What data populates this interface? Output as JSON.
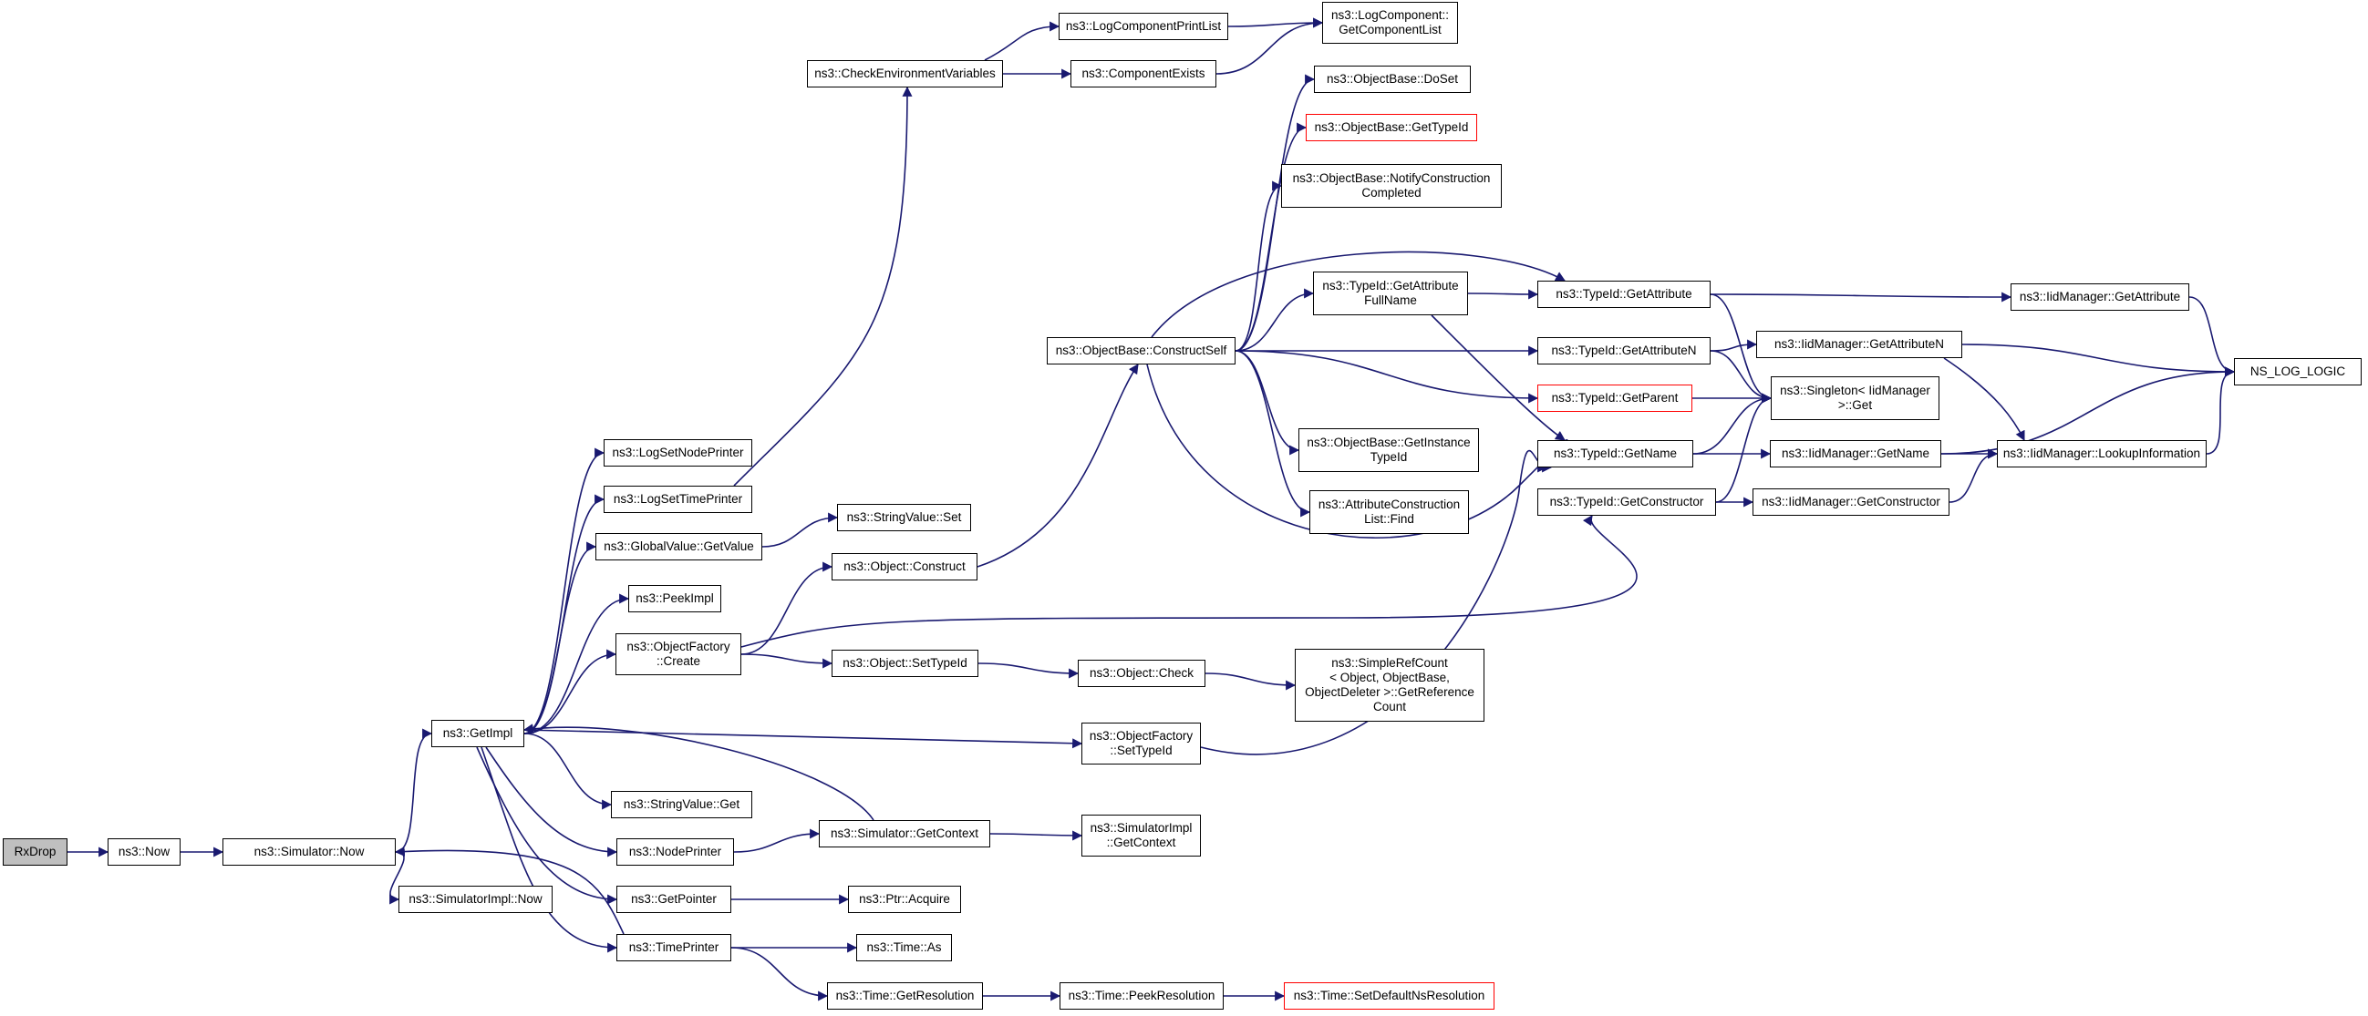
{
  "diagram": {
    "edge_color": "#191970",
    "nodes": [
      {
        "id": "rxdrop",
        "lines": [
          "RxDrop"
        ],
        "root": true
      },
      {
        "id": "now",
        "lines": [
          "ns3::Now"
        ]
      },
      {
        "id": "sim_now",
        "lines": [
          "ns3::Simulator::Now"
        ]
      },
      {
        "id": "simimpl_now",
        "lines": [
          "ns3::SimulatorImpl::Now"
        ]
      },
      {
        "id": "getimpl",
        "lines": [
          "ns3::GetImpl"
        ]
      },
      {
        "id": "logsetnodeprinter",
        "lines": [
          "ns3::LogSetNodePrinter"
        ]
      },
      {
        "id": "logsettimeprinter",
        "lines": [
          "ns3::LogSetTimePrinter"
        ]
      },
      {
        "id": "globalvalue_getvalue",
        "lines": [
          "ns3::GlobalValue::GetValue"
        ]
      },
      {
        "id": "peekimpl",
        "lines": [
          "ns3::PeekImpl"
        ]
      },
      {
        "id": "objectfactory_create",
        "lines": [
          "ns3::ObjectFactory",
          "::Create"
        ]
      },
      {
        "id": "stringvalue_get",
        "lines": [
          "ns3::StringValue::Get"
        ]
      },
      {
        "id": "nodeprinter",
        "lines": [
          "ns3::NodePrinter"
        ]
      },
      {
        "id": "getpointer",
        "lines": [
          "ns3::GetPointer"
        ]
      },
      {
        "id": "timeprinter",
        "lines": [
          "ns3::TimePrinter"
        ]
      },
      {
        "id": "checkenv",
        "lines": [
          "ns3::CheckEnvironmentVariables"
        ]
      },
      {
        "id": "stringvalue_set",
        "lines": [
          "ns3::StringValue::Set"
        ]
      },
      {
        "id": "object_construct",
        "lines": [
          "ns3::Object::Construct"
        ]
      },
      {
        "id": "object_settypeid",
        "lines": [
          "ns3::Object::SetTypeId"
        ]
      },
      {
        "id": "sim_getcontext",
        "lines": [
          "ns3::Simulator::GetContext"
        ]
      },
      {
        "id": "ptr_acquire",
        "lines": [
          "ns3::Ptr::Acquire"
        ]
      },
      {
        "id": "time_as",
        "lines": [
          "ns3::Time::As"
        ]
      },
      {
        "id": "time_getresolution",
        "lines": [
          "ns3::Time::GetResolution"
        ]
      },
      {
        "id": "logcomponentprintlist",
        "lines": [
          "ns3::LogComponentPrintList"
        ]
      },
      {
        "id": "componentexists",
        "lines": [
          "ns3::ComponentExists"
        ]
      },
      {
        "id": "objectbase_constructself",
        "lines": [
          "ns3::ObjectBase::ConstructSelf"
        ]
      },
      {
        "id": "object_check",
        "lines": [
          "ns3::Object::Check"
        ]
      },
      {
        "id": "objectfactory_settypeid",
        "lines": [
          "ns3::ObjectFactory",
          "::SetTypeId"
        ]
      },
      {
        "id": "simimpl_getcontext",
        "lines": [
          "ns3::SimulatorImpl",
          "::GetContext"
        ]
      },
      {
        "id": "time_peekresolution",
        "lines": [
          "ns3::Time::PeekResolution"
        ]
      },
      {
        "id": "logcomponent_getcomponentlist",
        "lines": [
          "ns3::LogComponent::",
          "GetComponentList"
        ]
      },
      {
        "id": "objectbase_doset",
        "lines": [
          "ns3::ObjectBase::DoSet"
        ]
      },
      {
        "id": "objectbase_gettypeid",
        "lines": [
          "ns3::ObjectBase::GetTypeId"
        ],
        "red": true
      },
      {
        "id": "objectbase_notify",
        "lines": [
          "ns3::ObjectBase::NotifyConstruction",
          "Completed"
        ]
      },
      {
        "id": "typeid_getattributefullname",
        "lines": [
          "ns3::TypeId::GetAttribute",
          "FullName"
        ]
      },
      {
        "id": "objectbase_getinstancetypeid",
        "lines": [
          "ns3::ObjectBase::GetInstance",
          "TypeId"
        ]
      },
      {
        "id": "attributeconstructionlist_find",
        "lines": [
          "ns3::AttributeConstruction",
          "List::Find"
        ]
      },
      {
        "id": "simplerefcount",
        "lines": [
          "ns3::SimpleRefCount",
          "< Object, ObjectBase,",
          " ObjectDeleter >::GetReference",
          "Count"
        ]
      },
      {
        "id": "time_setdefaultnsresolution",
        "lines": [
          "ns3::Time::SetDefaultNsResolution"
        ],
        "red": true
      },
      {
        "id": "typeid_getattribute",
        "lines": [
          "ns3::TypeId::GetAttribute"
        ]
      },
      {
        "id": "typeid_getattributen",
        "lines": [
          "ns3::TypeId::GetAttributeN"
        ]
      },
      {
        "id": "typeid_getparent",
        "lines": [
          "ns3::TypeId::GetParent"
        ],
        "red": true
      },
      {
        "id": "typeid_getname",
        "lines": [
          "ns3::TypeId::GetName"
        ]
      },
      {
        "id": "typeid_getconstructor",
        "lines": [
          "ns3::TypeId::GetConstructor"
        ]
      },
      {
        "id": "iidmanager_getattributen",
        "lines": [
          "ns3::IidManager::GetAttributeN"
        ]
      },
      {
        "id": "singleton_get",
        "lines": [
          "ns3::Singleton< IidManager",
          " >::Get"
        ]
      },
      {
        "id": "iidmanager_getname",
        "lines": [
          "ns3::IidManager::GetName"
        ]
      },
      {
        "id": "iidmanager_getconstructor",
        "lines": [
          "ns3::IidManager::GetConstructor"
        ]
      },
      {
        "id": "iidmanager_getattribute",
        "lines": [
          "ns3::IidManager::GetAttribute"
        ]
      },
      {
        "id": "iidmanager_lookupinformation",
        "lines": [
          "ns3::IidManager::LookupInformation"
        ]
      },
      {
        "id": "ns_log_logic",
        "lines": [
          "NS_LOG_LOGIC"
        ]
      }
    ],
    "edges": [
      [
        "rxdrop",
        "now"
      ],
      [
        "now",
        "sim_now"
      ],
      [
        "sim_now",
        "getimpl"
      ],
      [
        "sim_now",
        "simimpl_now"
      ],
      [
        "getimpl",
        "logsetnodeprinter"
      ],
      [
        "getimpl",
        "logsettimeprinter"
      ],
      [
        "getimpl",
        "globalvalue_getvalue"
      ],
      [
        "getimpl",
        "peekimpl"
      ],
      [
        "getimpl",
        "objectfactory_create"
      ],
      [
        "getimpl",
        "objectfactory_settypeid"
      ],
      [
        "getimpl",
        "stringvalue_get"
      ],
      [
        "getimpl",
        "nodeprinter"
      ],
      [
        "getimpl",
        "getpointer"
      ],
      [
        "getimpl",
        "timeprinter"
      ],
      [
        "logsettimeprinter",
        "checkenv"
      ],
      [
        "checkenv",
        "logcomponentprintlist"
      ],
      [
        "checkenv",
        "componentexists"
      ],
      [
        "logcomponentprintlist",
        "logcomponent_getcomponentlist"
      ],
      [
        "componentexists",
        "logcomponent_getcomponentlist"
      ],
      [
        "globalvalue_getvalue",
        "stringvalue_set"
      ],
      [
        "objectfactory_create",
        "object_construct"
      ],
      [
        "objectfactory_create",
        "object_settypeid"
      ],
      [
        "objectfactory_create",
        "typeid_getconstructor"
      ],
      [
        "object_construct",
        "objectbase_constructself"
      ],
      [
        "object_settypeid",
        "object_check"
      ],
      [
        "object_check",
        "simplerefcount"
      ],
      [
        "nodeprinter",
        "sim_getcontext"
      ],
      [
        "sim_getcontext",
        "getimpl"
      ],
      [
        "sim_getcontext",
        "simimpl_getcontext"
      ],
      [
        "getpointer",
        "ptr_acquire"
      ],
      [
        "timeprinter",
        "sim_now"
      ],
      [
        "timeprinter",
        "time_as"
      ],
      [
        "timeprinter",
        "time_getresolution"
      ],
      [
        "time_getresolution",
        "time_peekresolution"
      ],
      [
        "time_peekresolution",
        "time_setdefaultnsresolution"
      ],
      [
        "objectbase_constructself",
        "objectbase_doset"
      ],
      [
        "objectbase_constructself",
        "objectbase_gettypeid"
      ],
      [
        "objectbase_constructself",
        "objectbase_notify"
      ],
      [
        "objectbase_constructself",
        "typeid_getattribute"
      ],
      [
        "objectbase_constructself",
        "typeid_getattributefullname"
      ],
      [
        "objectbase_constructself",
        "typeid_getattributen"
      ],
      [
        "objectbase_constructself",
        "typeid_getparent"
      ],
      [
        "objectbase_constructself",
        "objectbase_getinstancetypeid"
      ],
      [
        "objectbase_constructself",
        "attributeconstructionlist_find"
      ],
      [
        "objectbase_constructself",
        "typeid_getname"
      ],
      [
        "objectfactory_settypeid",
        "typeid_getname"
      ],
      [
        "typeid_getattributefullname",
        "typeid_getattribute"
      ],
      [
        "typeid_getattributefullname",
        "typeid_getname"
      ],
      [
        "typeid_getattribute",
        "iidmanager_getattribute"
      ],
      [
        "typeid_getattribute",
        "singleton_get"
      ],
      [
        "typeid_getattributen",
        "singleton_get"
      ],
      [
        "typeid_getattributen",
        "iidmanager_getattributen"
      ],
      [
        "typeid_getparent",
        "singleton_get"
      ],
      [
        "typeid_getname",
        "singleton_get"
      ],
      [
        "typeid_getname",
        "iidmanager_getname"
      ],
      [
        "typeid_getconstructor",
        "singleton_get"
      ],
      [
        "typeid_getconstructor",
        "iidmanager_getconstructor"
      ],
      [
        "iidmanager_getattribute",
        "ns_log_logic"
      ],
      [
        "iidmanager_getattributen",
        "ns_log_logic"
      ],
      [
        "iidmanager_getattributen",
        "iidmanager_lookupinformation"
      ],
      [
        "iidmanager_getname",
        "ns_log_logic"
      ],
      [
        "iidmanager_getname",
        "iidmanager_lookupinformation"
      ],
      [
        "iidmanager_getconstructor",
        "iidmanager_lookupinformation"
      ],
      [
        "iidmanager_lookupinformation",
        "ns_log_logic"
      ]
    ]
  }
}
